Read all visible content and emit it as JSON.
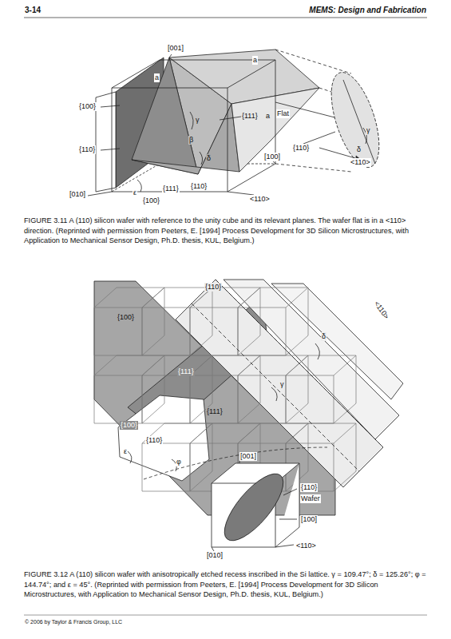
{
  "diagram": {
    "caption": "FIGURE 3.11 A (110) silicon wafer with reference to the unity cube and its relevant planes. The wafer flat is in a <110> direction. (Reprinted with permission from Peeters, E. [1994] Process Development for 3D Silicon Microstructures, with Application to Mechanical Sensor Design, Ph.D. thesis, KUL, Belgium.)",
    "labels": [
      "3-14",
      "MEMS: Design and Fabrication",
      "[001]",
      "a",
      "a",
      "{100}",
      "{110}",
      "{111}",
      "a",
      "Flat",
      "γ",
      "β",
      "δ",
      "[100]",
      "{110}",
      "<110>",
      "γ",
      "δ",
      "[010]",
      "ε",
      "{100}",
      "{111}",
      "{110}",
      "<110>",
      "{110}",
      "<110>",
      "{100}",
      "δ",
      "{111}",
      "γ",
      "{111}",
      "{100}",
      "{110}",
      "ε",
      "φ",
      "[001]",
      "{110}",
      "Wafer",
      "[100]",
      "<110>",
      "[010]",
      "FIGURE 3.12 A (110) silicon wafer with anisotropically etched recess inscribed in the Si lattice. γ = 109.47°; δ = 125.26°; φ = 144.74°; and ε = 45°. (Reprinted with permission from Peeters, E. [1994] Process Development for 3D Silicon Microstructures, with Application to Mechanical Sensor Design, Ph.D. thesis, KUL, Belgium.)",
      "© 2006 by Taylor & Francis Group, LLC"
    ]
  }
}
